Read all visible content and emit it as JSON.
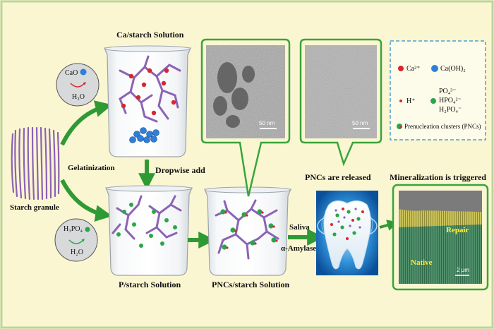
{
  "labels": {
    "ca_solution": "Ca/starch Solution",
    "dropwise": "Dropwise add",
    "gelatinization": "Gelatinization",
    "starch_granule": "Starch granule",
    "p_solution": "P/starch Solution",
    "pncs_solution": "PNCs/starch Solution",
    "saliva": "Saliva",
    "amylase": "α-Amylase",
    "pncs_released": "PNCs are released",
    "mineralization": "Mineralization is triggered",
    "repair": "Repair",
    "native": "Native",
    "scale_50nm_1": "50 nm",
    "scale_50nm_2": "50 nm",
    "scale_2um": "2 μm"
  },
  "reagents": {
    "cao": "CaO",
    "h2o_top": "H₂O",
    "h3po4": "H₃PO₄",
    "h2o_bottom": "H₂O"
  },
  "legend": {
    "ca": "Ca²⁺",
    "caoh2": "Ca(OH)₂",
    "h": "H⁺",
    "po4": "PO₄³⁻",
    "hpo4": "HPO₄²⁻",
    "h2po4": "H₂PO₄⁻",
    "pnc": "Prenucleation clusters (PNCs)"
  },
  "colors": {
    "background": "#fbf6d2",
    "frame_green": "#38a53c",
    "arrow_green": "#2f9a34",
    "starch_purple": "#8a63b5",
    "ca_red": "#d8262f",
    "caoh2_blue": "#2f7fd8",
    "p_green": "#2aa64a",
    "legend_border": "#4aa0d8"
  }
}
